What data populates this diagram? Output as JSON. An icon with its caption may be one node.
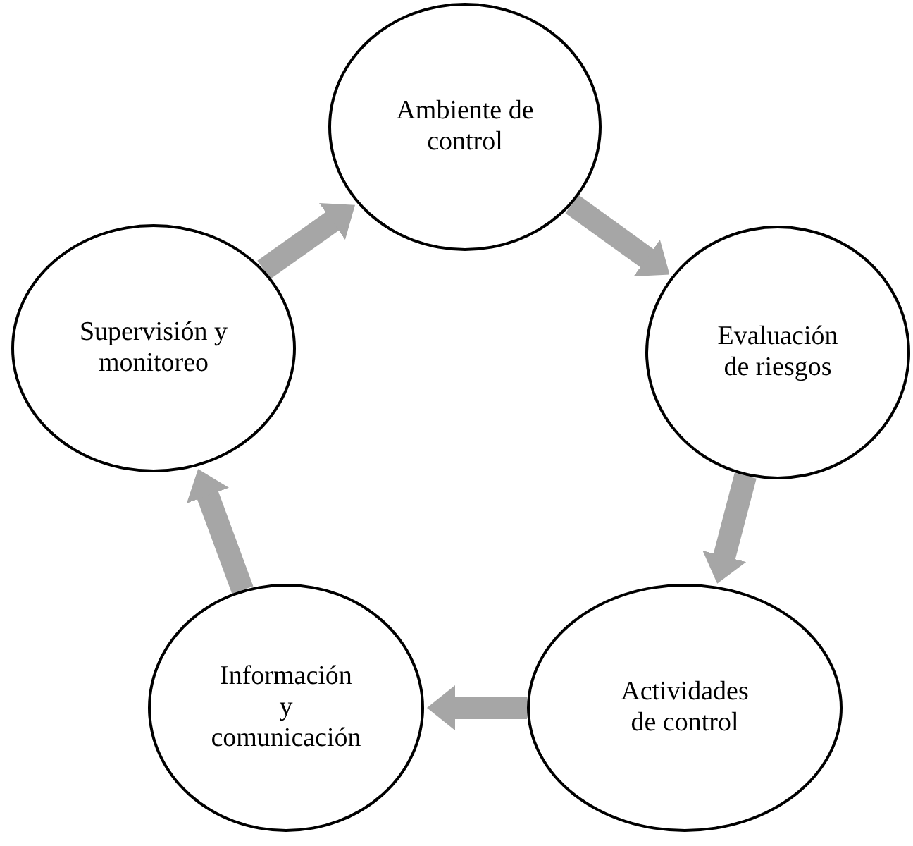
{
  "diagram": {
    "nodes": [
      {
        "text": [
          "Ambiente de control"
        ]
      },
      {
        "text": [
          "Evaluación de riesgos"
        ]
      },
      {
        "text": [
          "Actividades de control"
        ]
      },
      {
        "text": [
          "Información y comunicación"
        ]
      },
      {
        "text": [
          "Supervisión y monitoreo"
        ]
      }
    ],
    "edges": [
      {
        "from": 0,
        "to": 1,
        "arrow": "to"
      },
      {
        "from": 1,
        "to": 2,
        "arrow": "to"
      },
      {
        "from": 2,
        "to": 3,
        "arrow": "to"
      },
      {
        "from": 3,
        "to": 4,
        "arrow": "to"
      },
      {
        "from": 4,
        "to": 0,
        "arrow": "to"
      }
    ]
  }
}
